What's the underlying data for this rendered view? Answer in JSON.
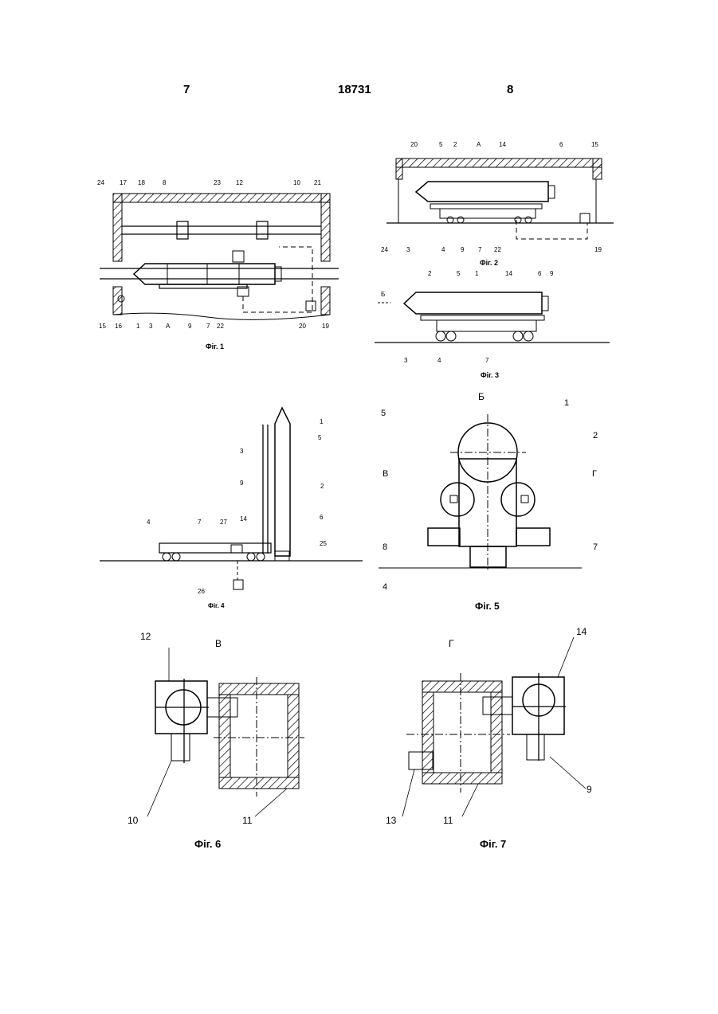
{
  "header": {
    "left_page": "7",
    "patent_no": "18731",
    "right_page": "8"
  },
  "figures": {
    "fig1": {
      "caption": "Фіг. 1",
      "view_marker": "А",
      "labels": [
        "24",
        "17",
        "18",
        "8",
        "23",
        "12",
        "10",
        "21",
        "15",
        "16",
        "1",
        "3",
        "9",
        "7",
        "22",
        "20",
        "19"
      ]
    },
    "fig2": {
      "caption": "Фіг. 2",
      "view_marker": "А",
      "labels": [
        "20",
        "5",
        "2",
        "14",
        "6",
        "15",
        "24",
        "3",
        "4",
        "9",
        "7",
        "22",
        "19"
      ]
    },
    "fig3": {
      "caption": "Фіг. 3",
      "view_marker": "Б",
      "labels": [
        "2",
        "5",
        "1",
        "14",
        "6",
        "9",
        "3",
        "4",
        "7"
      ]
    },
    "fig4": {
      "caption": "Фіг. 4",
      "labels": [
        "1",
        "5",
        "3",
        "9",
        "2",
        "4",
        "7",
        "27",
        "14",
        "6",
        "25",
        "26"
      ]
    },
    "fig5": {
      "caption": "Фіг. 5",
      "view_marker": "Б",
      "labels": [
        "5",
        "1",
        "2",
        "В",
        "Г",
        "8",
        "7",
        "4"
      ]
    },
    "fig6": {
      "caption": "Фіг. 6",
      "view_marker": "В",
      "labels": [
        "12",
        "10",
        "11"
      ]
    },
    "fig7": {
      "caption": "Фіг. 7",
      "view_marker": "Г",
      "labels": [
        "14",
        "13",
        "11",
        "9"
      ]
    }
  }
}
